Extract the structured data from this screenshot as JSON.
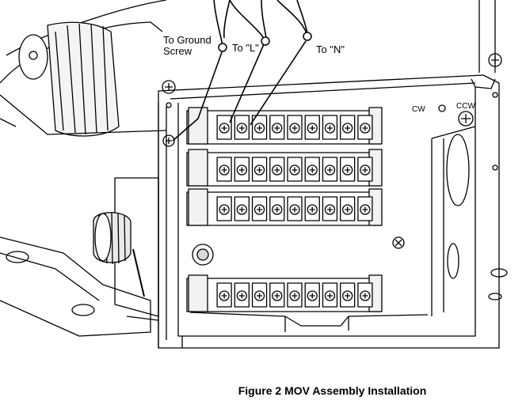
{
  "callouts": {
    "ground": "To Ground\nScrew",
    "ground_line1": "To Ground",
    "ground_line2": "Screw",
    "line": "To \"L\"",
    "neutral": "To \"N\""
  },
  "dial": {
    "cw": "CW",
    "ccw": "CCW"
  },
  "caption": "Figure 2 MOV Assembly Installation",
  "terminal_strips": {
    "rows": 4,
    "terminals_per_row": [
      9,
      9,
      9,
      9
    ]
  },
  "colors": {
    "line": "#000000",
    "background": "#ffffff",
    "shade": "#d9d9d9"
  }
}
